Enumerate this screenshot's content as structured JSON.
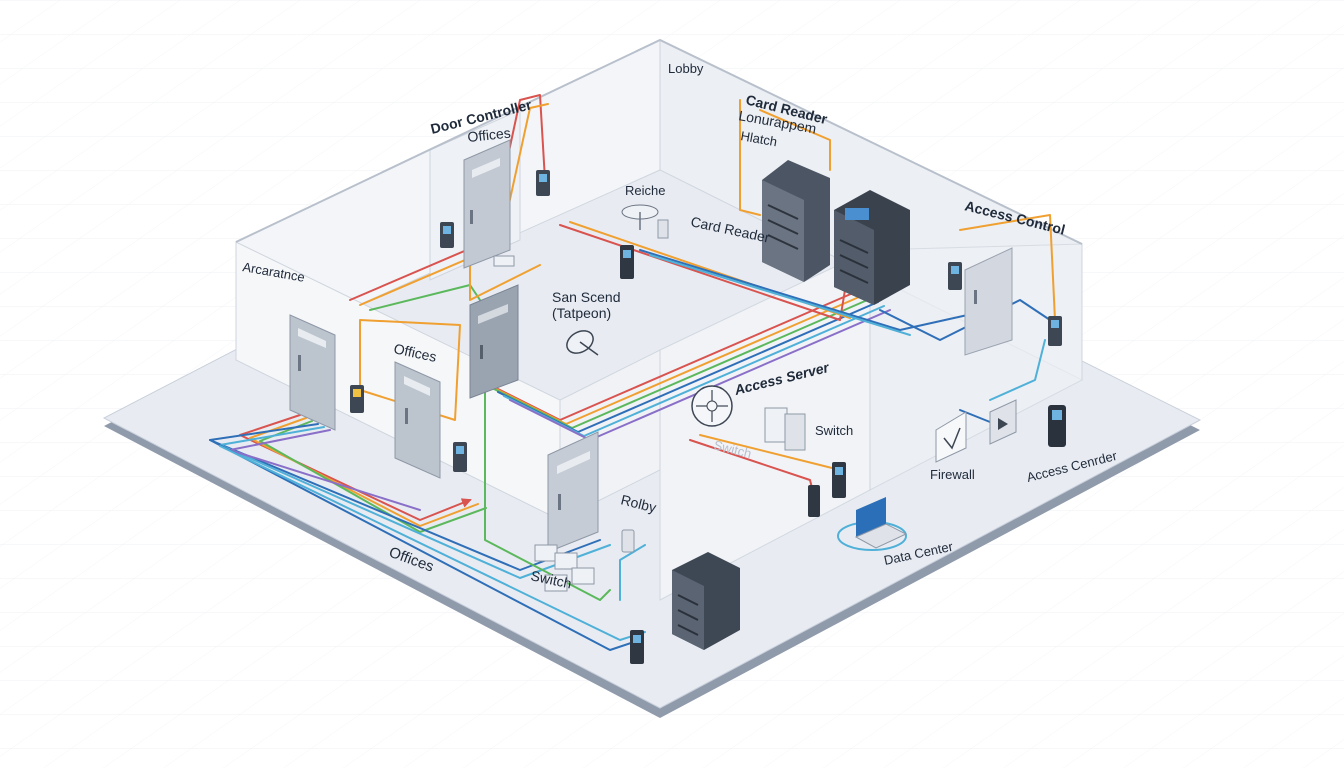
{
  "labels": {
    "lobby_top": "Lobby",
    "door_controller": "Door Controller",
    "offices_back": "Offices",
    "card_reader_top": "Card Reader",
    "garbled_1": "Lonurappem",
    "garbled_2": "Hlatch",
    "reiche": "Reiche",
    "card_reader_mid": "Card Reader",
    "access_control": "Access Control",
    "arcaratnce": "Arcaratnce",
    "san_scend": "San Scend",
    "tatpeon": "(Tatpeon)",
    "offices_mid": "Offices",
    "access_server": "Access Server",
    "switch_right": "Switch",
    "switch_ghost": "Switch",
    "firewall": "Firewall",
    "access_cenrder": "Access Cenrder",
    "rolby": "Rolby",
    "data_center": "Data Center",
    "offices_front": "Offices",
    "switch_front": "Switch"
  },
  "colors": {
    "wire_red": "#d9534f",
    "wire_orange": "#f0a030",
    "wire_green": "#5cb85c",
    "wire_blue": "#2f6fb8",
    "wire_cyan": "#4fb0d8",
    "wire_purple": "#8a6fc8",
    "floor": "#e8ecf2",
    "floor_edge": "#8f9aab",
    "wall": "#f1f3f6",
    "door": "#bfc6d0",
    "rack": "#4c5563"
  },
  "icons": [
    "door-icon",
    "card-reader-icon",
    "server-rack-icon",
    "switch-icon",
    "firewall-icon",
    "laptop-icon",
    "satellite-dish-icon",
    "camera-icon",
    "fan-icon"
  ]
}
